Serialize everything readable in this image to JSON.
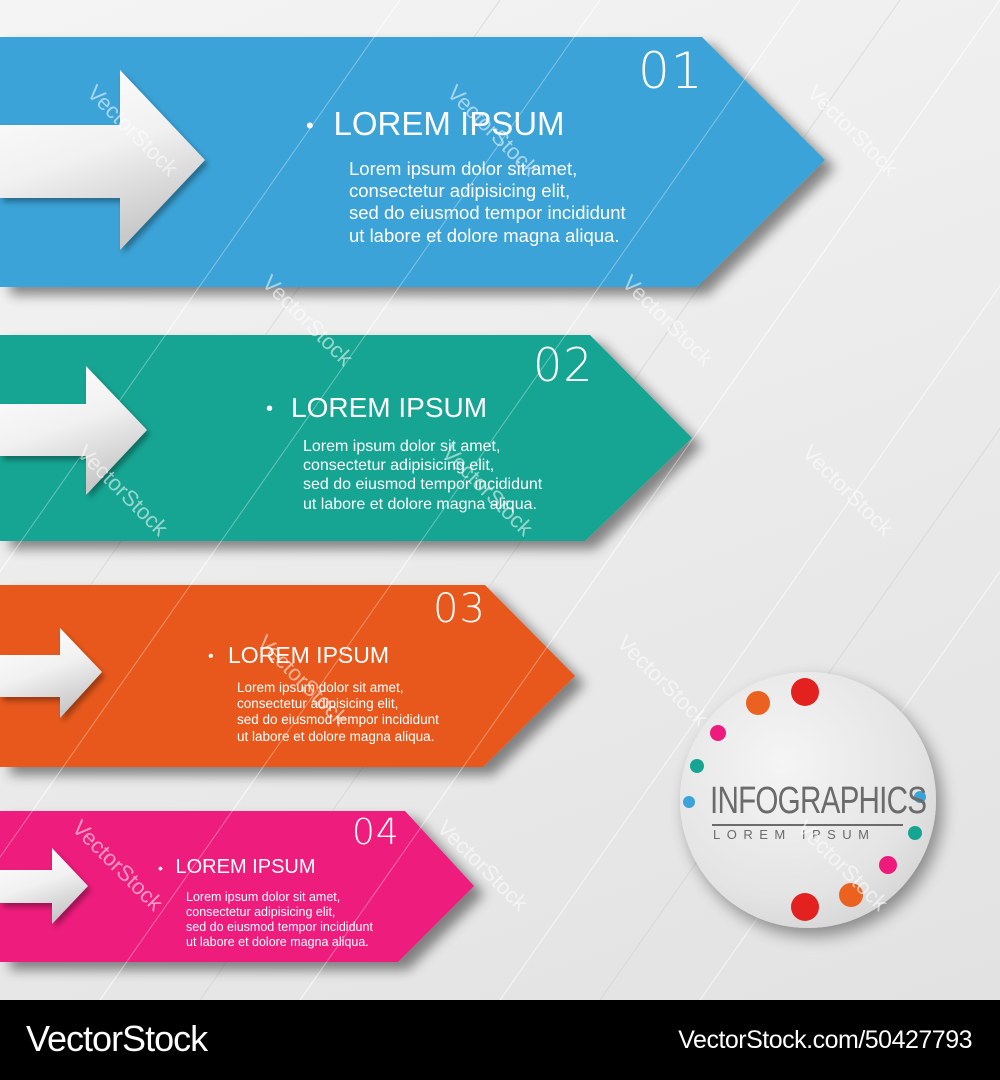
{
  "banners": [
    {
      "number": "01",
      "title": "LOREM IPSUM",
      "color": "#3aa3d8",
      "lines": [
        "Lorem ipsum dolor sit amet,",
        "consectetur adipisicing elit,",
        "sed do eiusmod tempor incididunt",
        "ut labore et dolore magna aliqua."
      ]
    },
    {
      "number": "02",
      "title": "LOREM IPSUM",
      "color": "#17a593",
      "lines": [
        "Lorem ipsum dolor sit amet,",
        "consectetur adipisicing elit,",
        "sed do eiusmod tempor incididunt",
        "ut labore et dolore magna aliqua."
      ]
    },
    {
      "number": "03",
      "title": "LOREM IPSUM",
      "color": "#e8581f",
      "lines": [
        "Lorem ipsum dolor sit amet,",
        "consectetur adipisicing elit,",
        "sed do eiusmod tempor incididunt",
        "ut labore et dolore magna aliqua."
      ]
    },
    {
      "number": "04",
      "title": "LOREM IPSUM",
      "color": "#ee1b7d",
      "lines": [
        "Lorem ipsum dolor sit amet,",
        "consectetur adipisicing elit,",
        "sed do eiusmod tempor incididunt",
        "ut labore et dolore magna aliqua."
      ]
    }
  ],
  "bullet": "•",
  "badge": {
    "title": "INFOGRAPHICS",
    "subtitle": "LOREM IPSUM",
    "dot_colors": {
      "red": "#e3221f",
      "orange": "#ea6120",
      "pink": "#ee1b7d",
      "teal": "#17a593",
      "blue": "#3aa3d8"
    }
  },
  "watermark": "VectorStock",
  "footer": {
    "brand": "VectorStock",
    "image_id": "VectorStock.com/50427793"
  }
}
